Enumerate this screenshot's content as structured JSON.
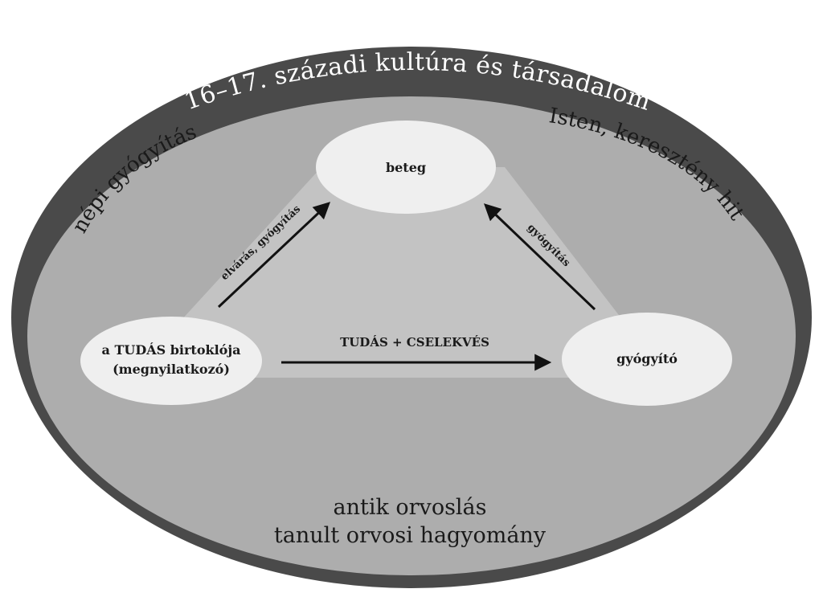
{
  "outer_title": "16–17. századi kultúra és társadalom",
  "regions": {
    "top_left": "népi gyógyítás",
    "top_right": "Isten, keresztény hit",
    "bottom_line1": "antik orvoslás",
    "bottom_line2": "tanult orvosi hagyomány"
  },
  "nodes": {
    "patient": "beteg",
    "knowledge_holder_line1": "a TUDÁS birtoklója",
    "knowledge_holder_line2": "(megnyilatkozó)",
    "healer": "gyógyító"
  },
  "arrows": {
    "left_label": "elvárás, gyógyítás",
    "right_label": "gyógyítás",
    "bottom_label": "TUDÁS + CSELEKVÉS"
  },
  "colors": {
    "outer_ring": "#4a4a4a",
    "inner_field": "#adadad",
    "triangle": "#c3c3c3",
    "node_fill": "#efefef",
    "ring_text": "#ffffff",
    "text": "#1a1a1a"
  }
}
